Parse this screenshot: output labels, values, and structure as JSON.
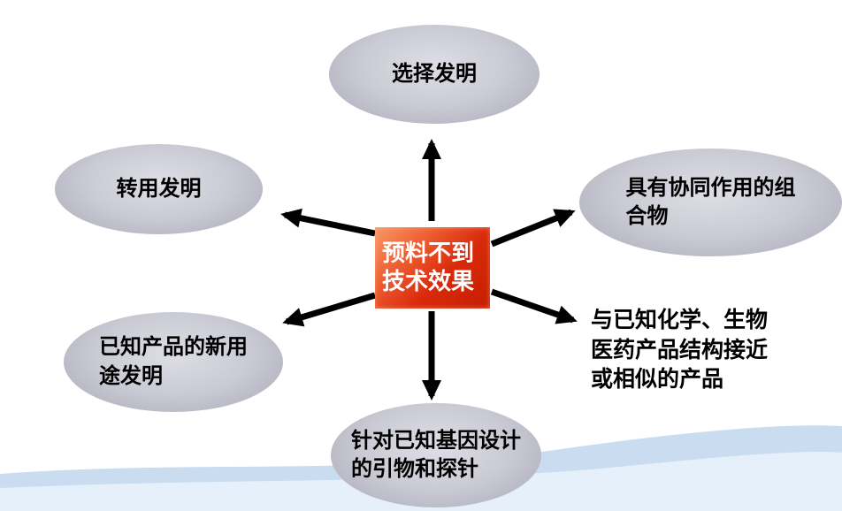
{
  "center": {
    "label": "预料不到\n技术效果",
    "bg_from": "#f79a66",
    "bg_to": "#c41d00",
    "text_color": "#ffffff"
  },
  "nodes": [
    {
      "id": "selection-invention",
      "label": "选择发明"
    },
    {
      "id": "conversion-invention",
      "label": "转用发明"
    },
    {
      "id": "synergistic-composition",
      "label": "具有协同作用的组\n合物"
    },
    {
      "id": "known-product-new-use",
      "label": "已知产品的新用\n途发明"
    },
    {
      "id": "primers-and-probes",
      "label": "针对已知基因设计\n的引物和探针"
    },
    {
      "id": "similar-structure-products",
      "label": "与已知化学、生物\n医药产品结构接近\n或相似的产品"
    }
  ],
  "colors": {
    "ellipse_light": "#dedee6",
    "ellipse_dark": "#a8a8b7",
    "arrow": "#000000",
    "wave_blue": "#c9dcf0",
    "wave_light": "#e6f0fa",
    "node_text": "#000000"
  }
}
